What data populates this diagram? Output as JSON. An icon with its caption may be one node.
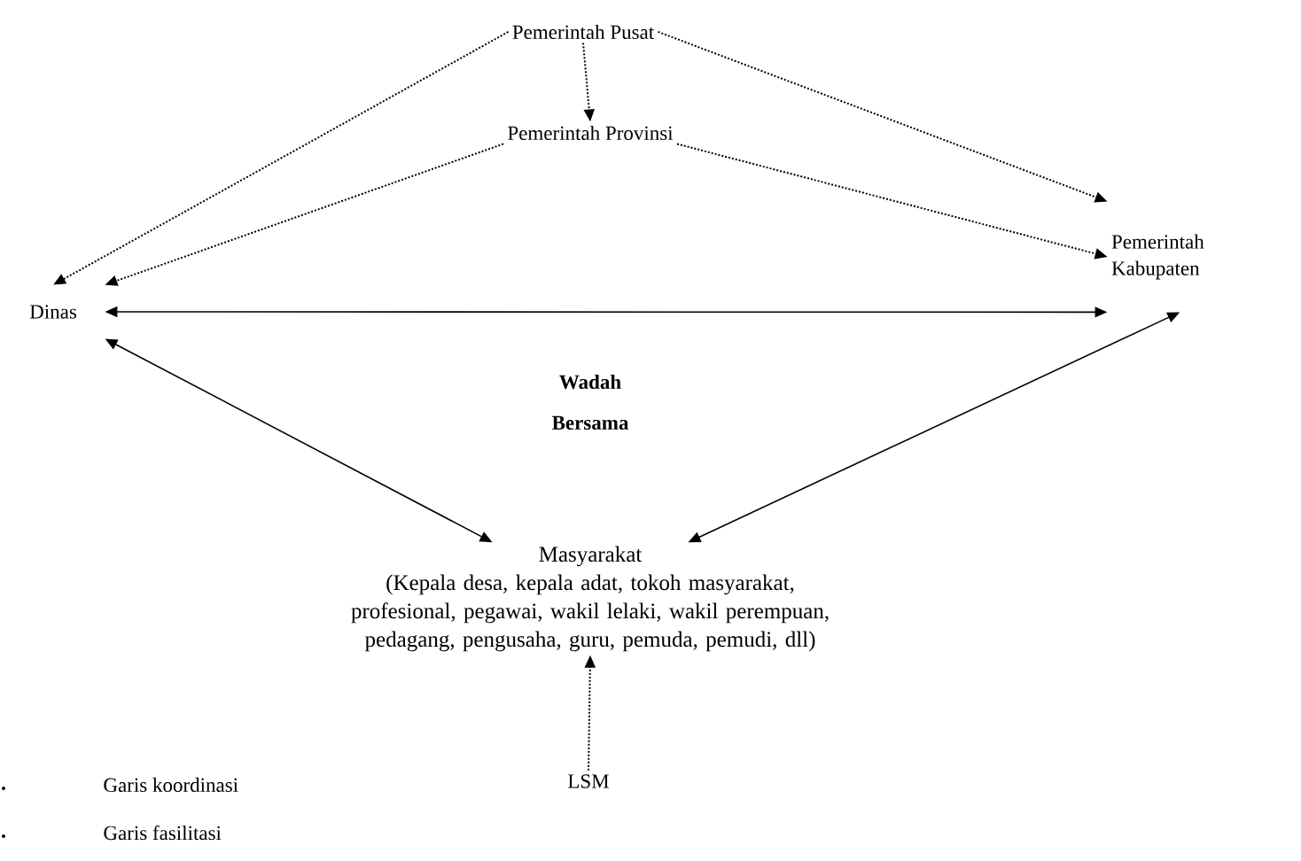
{
  "diagram": {
    "nodes": [
      {
        "text": [
          "Pemerintah Pusat"
        ]
      },
      {
        "text": [
          "Pemerintah Provinsi"
        ]
      },
      {
        "text": [
          "Dinas"
        ]
      },
      {
        "text": [
          "Pemerintah Kabupaten"
        ]
      },
      {
        "text": [
          "Masyarakat",
          "(Kepala desa, kepala adat, tokoh masyarakat, profesional, pegawai, wakil lelaki, wakil perempuan, pedagang, pengusaha, guru, pemuda, pemudi, dll)"
        ]
      },
      {
        "text": [
          "LSM"
        ]
      }
    ],
    "edges": [
      {
        "from": 0,
        "to": 2,
        "arrow": "to",
        "style": "dashed"
      },
      {
        "from": 0,
        "to": 1,
        "arrow": "to",
        "style": "dashed"
      },
      {
        "from": 0,
        "to": 3,
        "arrow": "to",
        "style": "dashed"
      },
      {
        "from": 1,
        "to": 2,
        "arrow": "to",
        "style": "dashed"
      },
      {
        "from": 1,
        "to": 3,
        "arrow": "to",
        "style": "dashed"
      },
      {
        "from": 2,
        "to": 3,
        "arrow": "both"
      },
      {
        "from": 2,
        "to": 4,
        "arrow": "both"
      },
      {
        "from": 4,
        "to": 3,
        "arrow": "both"
      },
      {
        "from": 5,
        "to": 4,
        "arrow": "to",
        "style": "dashed"
      }
    ],
    "labels": [
      "Wadah Bersama"
    ],
    "legend": [
      {
        "text": "Garis koordinasi"
      },
      {
        "text": "Garis fasilitasi"
      }
    ]
  }
}
